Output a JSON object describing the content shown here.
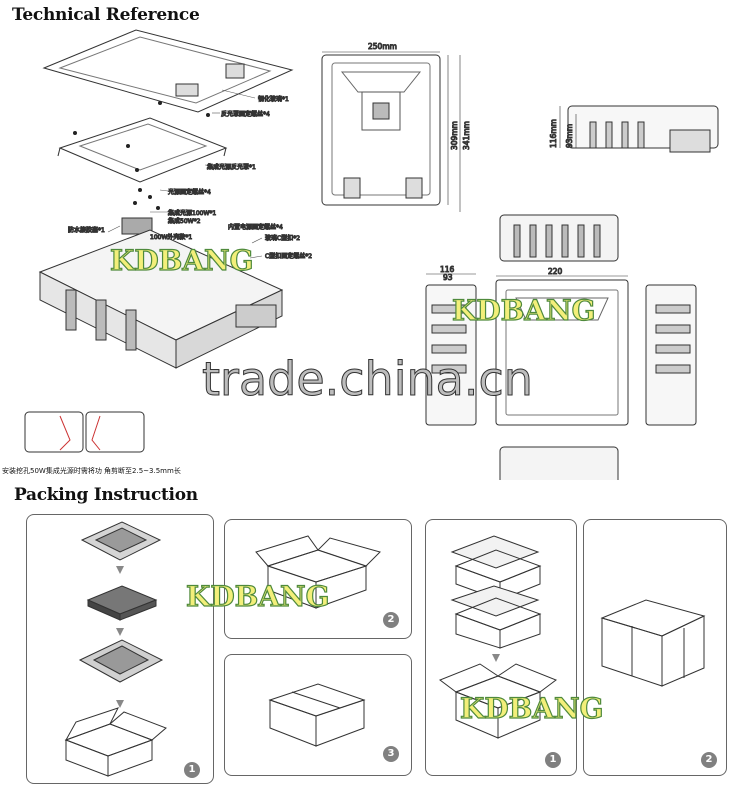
{
  "technical_reference": {
    "title": "Technical Reference",
    "labels": {
      "tempered_glass": "钢化玻璃*1",
      "reflector_screw": "反光罩固定螺丝*4",
      "integrated_reflector": "集成光源反光罩*1",
      "light_source_screw": "光源固定螺丝*4",
      "waterproof_plug": "防水接胶塞*1",
      "integrated_source": "集成光源100W*1",
      "integrated_source_50w": "集成50W*2",
      "driver_screw": "内置电源固定螺丝*4",
      "glass_clip": "玻璃C型扣*2",
      "c_clip_screw": "C型扣固定螺丝*2",
      "heat_sink": "100W外壳款*1"
    },
    "dimensions": {
      "width": "250mm",
      "height_inner": "309mm",
      "height_outer": "341mm",
      "depth_outer": "116mm",
      "depth_inner": "93mm",
      "small_a": "116",
      "small_b": "93",
      "small_c": "220"
    },
    "install_note": "安装挖孔50W集成光源时需将功 角剪断至2.5~3.5mm长",
    "watermark": "trade.china.cn",
    "brand": "KDBANG"
  },
  "packing_instruction": {
    "title": "Packing Instruction",
    "steps": [
      "1",
      "2",
      "3",
      "1",
      "2"
    ]
  }
}
